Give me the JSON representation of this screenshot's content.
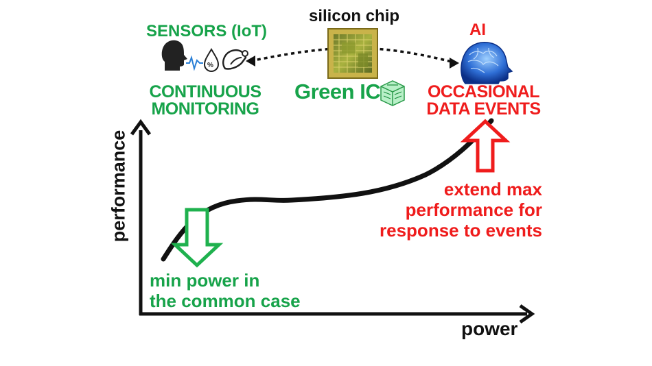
{
  "header": {
    "chip_title": "silicon chip",
    "sensors_title": "SENSORS (IoT)",
    "ai_title": "AI",
    "green_ic": "Green IC"
  },
  "labels": {
    "continuous": "CONTINUOUS\nMONITORING",
    "occasional": "OCCASIONAL\nDATA EVENTS",
    "extend": "extend max\nperformance for\nresponse to events",
    "min_power": "min power in\nthe common case"
  },
  "axes": {
    "xlabel": "power",
    "ylabel": "performance"
  },
  "sensor_icons": [
    "head-profile-icon",
    "heartbeat-wave-icon",
    "humidity-drop-icon",
    "blood-pressure-cuff-icon"
  ],
  "colors": {
    "green": "#17a34a",
    "red": "#ef1c1c",
    "black": "#111111",
    "chip_gold": "#c9b34a",
    "brain_blue": "#2f6fd6"
  }
}
